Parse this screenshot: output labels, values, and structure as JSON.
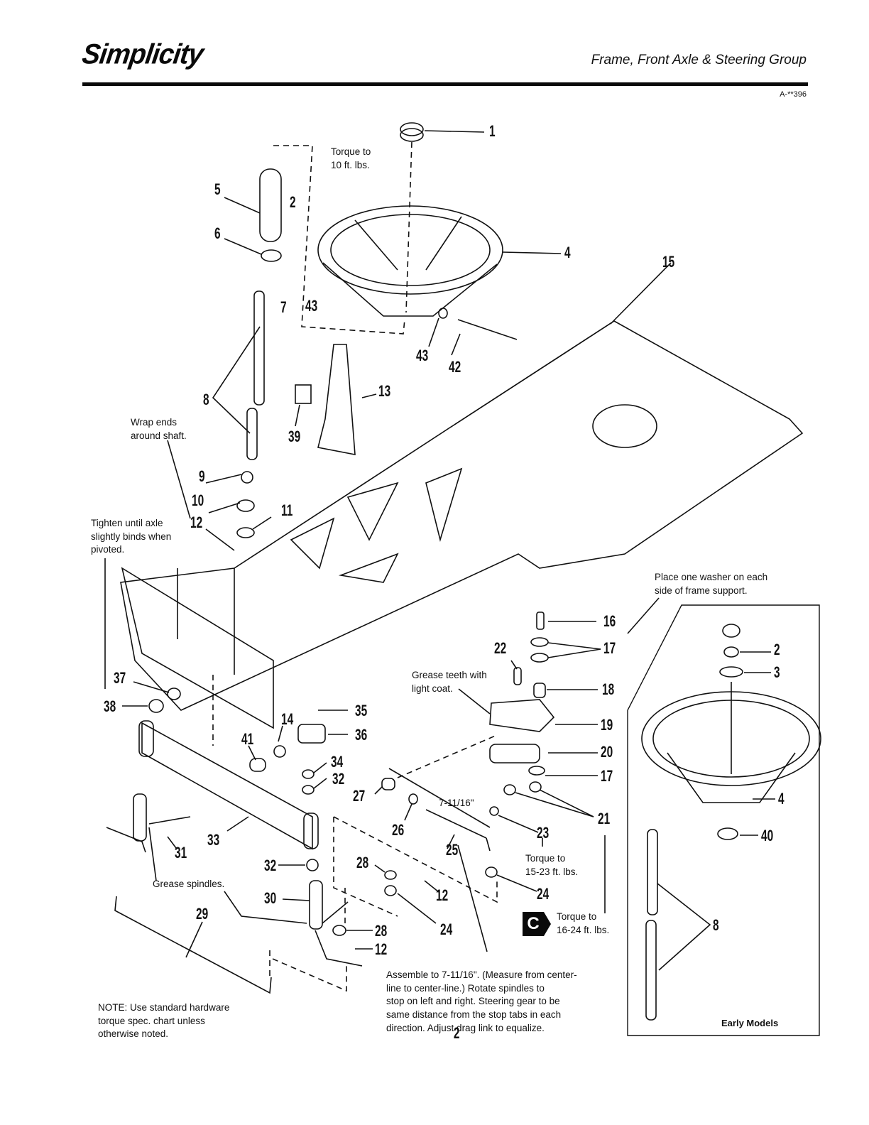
{
  "header": {
    "brand": "Simplicity",
    "section_title": "Frame, Front Axle & Steering Group",
    "doc_number": "A-**396"
  },
  "callouts": {
    "c1": "1",
    "c2a": "2",
    "c4": "4",
    "c5": "5",
    "c6": "6",
    "c7": "7",
    "c8": "8",
    "c9": "9",
    "c10": "10",
    "c11": "11",
    "c12a": "12",
    "c13": "13",
    "c14": "14",
    "c15": "15",
    "c16": "16",
    "c17a": "17",
    "c17b": "17",
    "c18": "18",
    "c19": "19",
    "c20": "20",
    "c21": "21",
    "c22": "22",
    "c23": "23",
    "c24a": "24",
    "c24b": "24",
    "c25": "25",
    "c26": "26",
    "c27": "27",
    "c28a": "28",
    "c28b": "28",
    "c29": "29",
    "c30": "30",
    "c31": "31",
    "c32a": "32",
    "c32b": "32",
    "c33": "33",
    "c34": "34",
    "c35": "35",
    "c36": "36",
    "c37": "37",
    "c38": "38",
    "c39": "39",
    "c41": "41",
    "c42": "42",
    "c43a": "43",
    "c43b": "43",
    "c12b": "12",
    "c12c": "12"
  },
  "early_models": {
    "label": "Early Models",
    "callouts": {
      "c2": "2",
      "c3": "3",
      "c4": "4",
      "c40": "40",
      "c8": "8"
    }
  },
  "notes": {
    "torque_10": [
      "Torque to",
      "10 ft. lbs."
    ],
    "wrap_ends": [
      "Wrap ends",
      "around shaft."
    ],
    "tighten_axle": [
      "Tighten until axle",
      "slightly binds when",
      "pivoted."
    ],
    "place_washer": [
      "Place one washer on each",
      "side of frame support."
    ],
    "grease_teeth": [
      "Grease teeth with",
      "light coat."
    ],
    "drag_link_length": "7-11/16\"",
    "torque_15_23": [
      "Torque to",
      "15-23 ft. lbs."
    ],
    "torque_16_24": [
      "Torque to",
      "16-24 ft. lbs."
    ],
    "grease_spindles": "Grease spindles.",
    "assemble": [
      "Assemble to 7-11/16\". (Measure from center-",
      "line to center-line.) Rotate spindles to",
      "stop on left and right. Steering gear to be",
      "same distance from the stop tabs in each",
      "direction. Adjust drag link to equalize."
    ],
    "standard_note": [
      "NOTE: Use standard hardware",
      "torque spec. chart unless",
      "otherwise noted."
    ]
  },
  "badge_c": "C",
  "page_number": "2"
}
